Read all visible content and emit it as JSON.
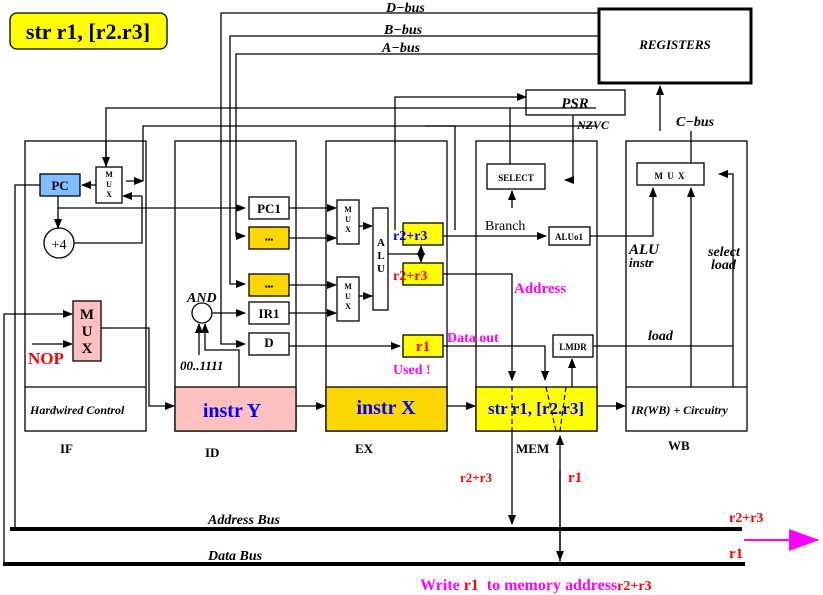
{
  "title": "str r1, [r2.r3]",
  "colors": {
    "title_bg": "#ffff00",
    "pc_fill": "#7fbfff",
    "mux_if_fill": "#ffc0c0",
    "instr_y_fill": "#ffc0c0",
    "instr_x_fill": "#ffd700",
    "latch_fill": "#ffd700",
    "yellow": "#ffff00",
    "red": "#ff0000",
    "blue": "#0000ff",
    "magenta": "#ff00ff"
  },
  "buses": {
    "d_bus": "D−bus",
    "b_bus": "B−bus",
    "a_bus": "A−bus",
    "c_bus": "C−bus",
    "address_bus": "Address Bus",
    "data_bus": "Data Bus"
  },
  "registers": "REGISTERS",
  "psr": {
    "label": "PSR",
    "flags": "NZVC"
  },
  "stages": {
    "if": {
      "name": "IF",
      "pc": "PC",
      "plus4": "+4",
      "mux_small": [
        "M",
        "U",
        "X"
      ],
      "mux_big": [
        "M",
        "U",
        "X"
      ],
      "nop": "NOP",
      "control": "Hardwired Control"
    },
    "id": {
      "name": "ID",
      "pc1": "PC1",
      "dots1": "▪▪▪",
      "dots2": "▪▪▪",
      "and": "AND",
      "ir1": "IR1",
      "d": "D",
      "mask": "00..1111",
      "instr": "instr Y"
    },
    "ex": {
      "name": "EX",
      "mux1": [
        "M",
        "U",
        "X"
      ],
      "mux2": [
        "M",
        "U",
        "X"
      ],
      "alu": [
        "A",
        "L",
        "U"
      ],
      "result_blue": "r2+r3",
      "result_red": "r2+r3",
      "r1": "r1",
      "used": "Used !",
      "instr": "instr X"
    },
    "mem": {
      "name": "MEM",
      "select": "SELECT",
      "branch": "Branch",
      "aluo1": "ALUo1",
      "address": "Address",
      "data_out": "Data out",
      "lmdr": "LMDR",
      "instr": "str r1, [r2.r3]"
    },
    "wb": {
      "name": "WB",
      "mux": "M U X",
      "alu_instr": [
        "ALU",
        "instr"
      ],
      "select_load": [
        "select",
        "load"
      ],
      "load": "load",
      "instr": "IR(WB) + Circuitry"
    }
  },
  "annotations": {
    "addr_value": "r2+r3",
    "data_value": "r1",
    "addr_bus_value": "r2+r3",
    "data_bus_value": "r1",
    "caption_prefix": "Write ",
    "caption_r1": "r1",
    "caption_mid": "  to memory address",
    "caption_addr": "r2+r3"
  }
}
